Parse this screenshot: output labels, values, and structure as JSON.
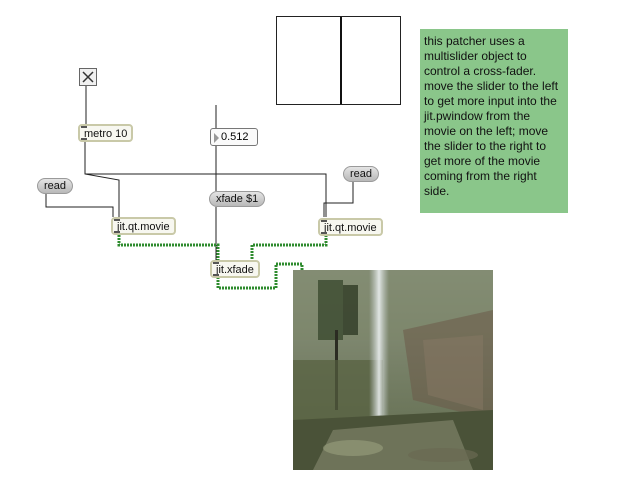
{
  "objects": {
    "metro": "metro 10",
    "movie_left": "jit.qt.movie",
    "movie_right": "jit.qt.movie",
    "xfade": "jit.xfade"
  },
  "messages": {
    "read_left": "read",
    "read_right": "read",
    "xfade": "xfade $1"
  },
  "number_box": {
    "value": "0.512"
  },
  "multislider": {
    "value": 0.512
  },
  "comment": {
    "text": "this patcher uses a multislider object to control a cross-fader. move the slider to the left to get more input into the jit.pwindow from the movie on the left; move the slider to the right to get more of the movie coming from the right side."
  },
  "colors": {
    "comment_bg": "#8ac68a",
    "matrix_patchcord": "#2e8b2e",
    "patchcord": "#222222"
  },
  "icons": {
    "toggle": "x-toggle-icon"
  }
}
